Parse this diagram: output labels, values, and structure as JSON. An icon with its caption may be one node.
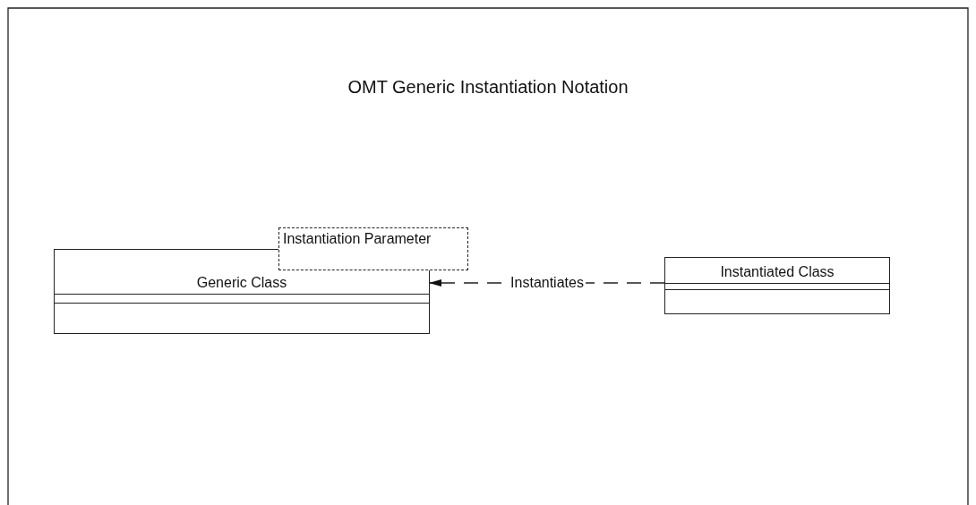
{
  "diagram": {
    "title": "OMT Generic Instantiation Notation",
    "nodes": [
      {
        "text": [
          "Generic Class"
        ]
      },
      {
        "text": [
          "Instantiation Parameter"
        ]
      },
      {
        "text": [
          "Instantiated Class"
        ]
      }
    ],
    "edges": [
      {
        "from": 2,
        "to": 0,
        "arrow": "to",
        "label": "Instantiates",
        "style": "dashed"
      }
    ]
  }
}
